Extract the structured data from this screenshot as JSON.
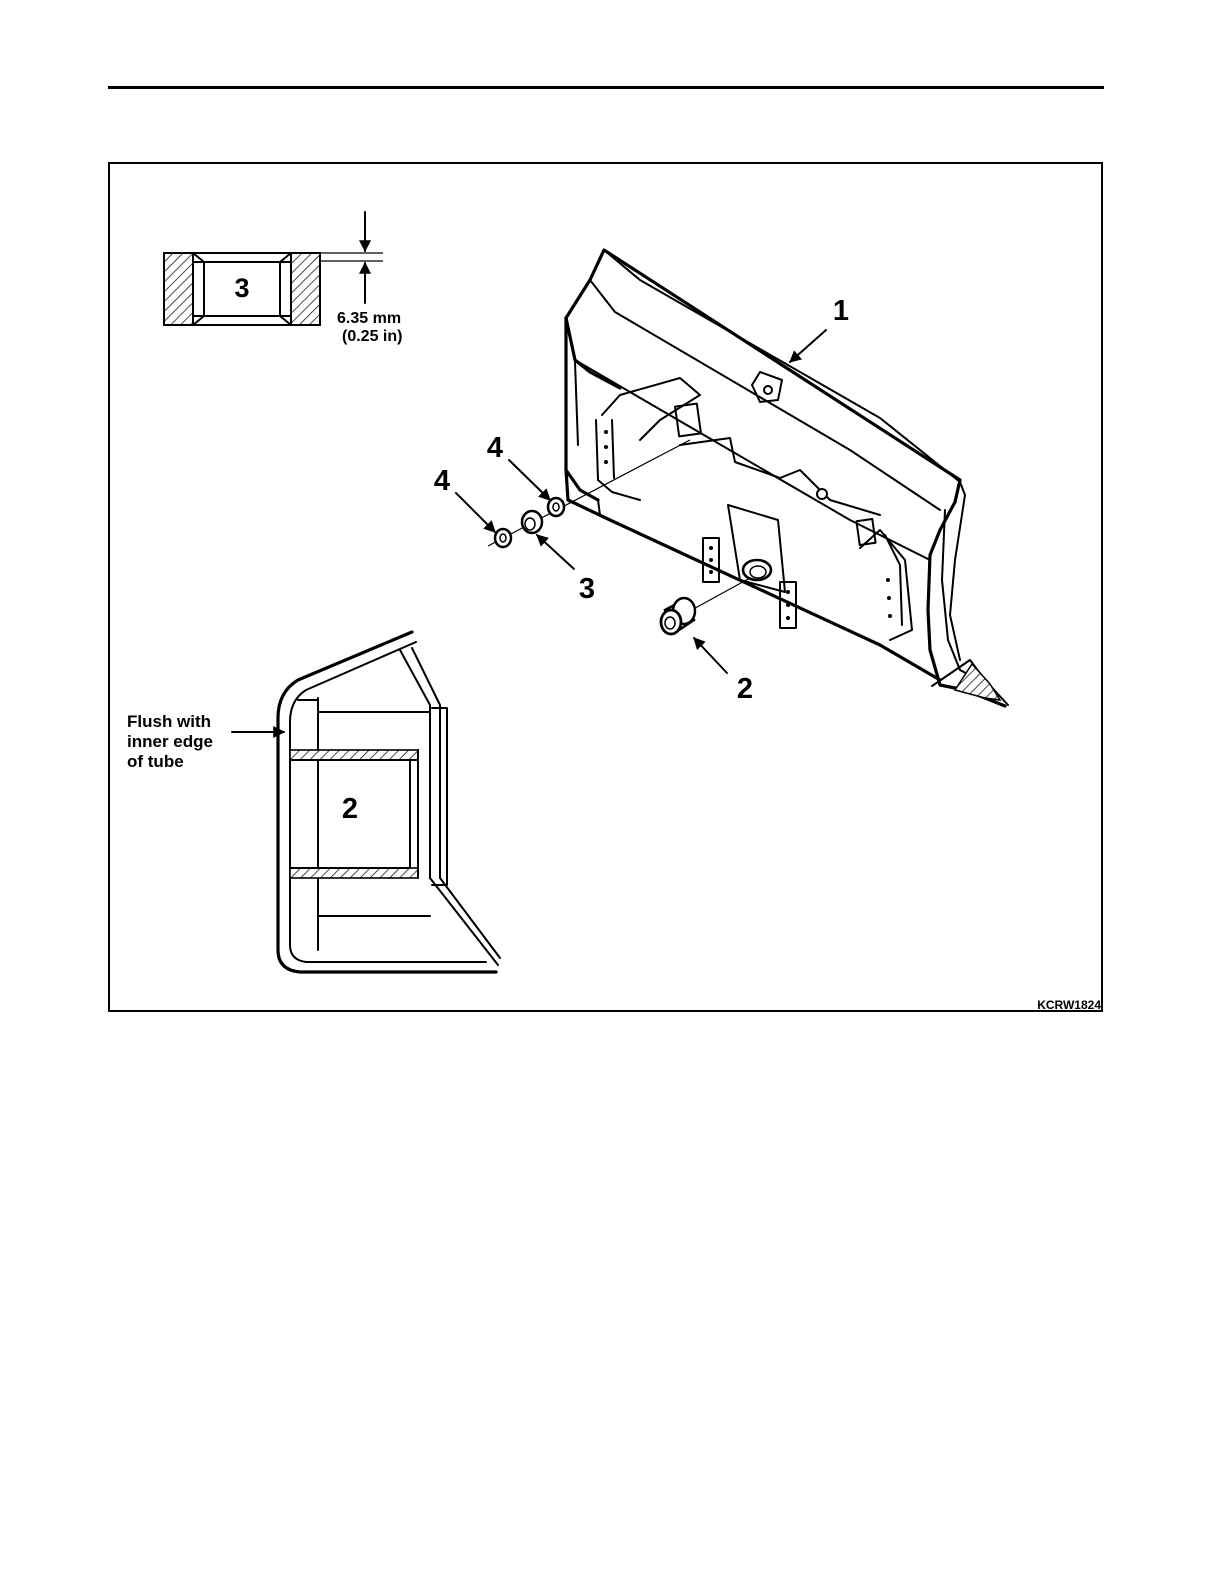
{
  "figure": {
    "figure_code": "KCRW1824",
    "callouts": {
      "blade": "1",
      "bushing": "2",
      "sleeve": "3",
      "washer_left": "4",
      "washer_right": "4"
    },
    "detail_sleeve": {
      "label": "3",
      "dimension_mm": "6.35  mm",
      "dimension_in": "(0.25  in)"
    },
    "detail_bushing": {
      "label": "2",
      "note_lines": [
        "Flush  with",
        "inner  edge",
        "of  tube"
      ]
    }
  },
  "colors": {
    "ink": "#000000",
    "paper": "#ffffff"
  }
}
